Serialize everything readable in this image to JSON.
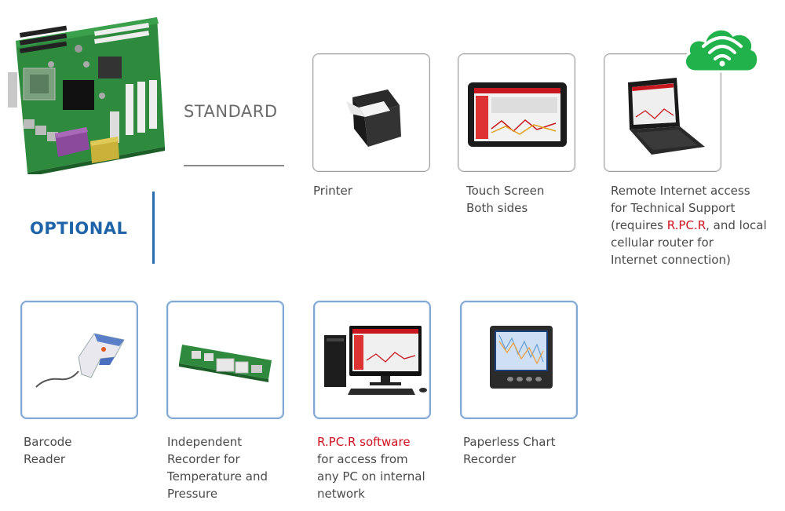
{
  "headings": {
    "standard": "STANDARD",
    "optional": "OPTIONAL"
  },
  "standard_items": [
    {
      "lines": [
        "Printer"
      ]
    },
    {
      "lines": [
        "Touch Screen",
        "Both sides"
      ]
    },
    {
      "lines_html": true,
      "line1": "Remote Internet access",
      "line2": "for Technical Support",
      "line3_pre": "(requires ",
      "line3_red": "R.PC.R",
      "line3_post": ", and local",
      "line4": "cellular router for",
      "line5": "Internet connection)"
    }
  ],
  "optional_items": [
    {
      "lines": [
        "Barcode",
        "Reader"
      ]
    },
    {
      "lines": [
        "Independent",
        "Recorder for",
        "Temperature and",
        "Pressure"
      ]
    },
    {
      "red": "R.PC.R software",
      "lines": [
        "for access from",
        "any PC on internal",
        "network"
      ]
    },
    {
      "lines": [
        "Paperless Chart",
        "Recorder"
      ]
    }
  ],
  "colors": {
    "optional_blue": "#1f64a8",
    "standard_gray": "#6a6a6a",
    "accent_red": "#d0101e",
    "cloud_green": "#22b24c"
  },
  "icons": [
    "motherboard-icon",
    "printer-icon",
    "tablet-icon",
    "laptop-icon",
    "cloud-wifi-icon",
    "barcode-scanner-icon",
    "recorder-board-icon",
    "desktop-pc-icon",
    "chart-recorder-icon"
  ]
}
